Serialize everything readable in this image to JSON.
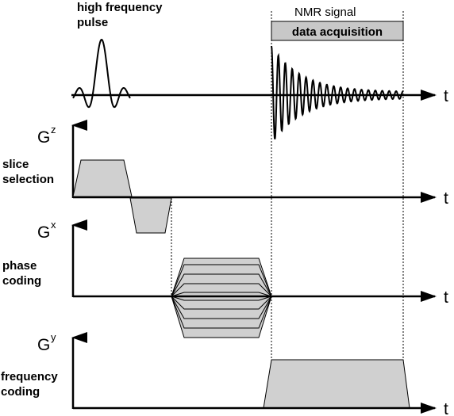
{
  "labels": {
    "rf_title_line1": "high frequency",
    "rf_title_line2": "pulse",
    "nmr_signal": "NMR signal",
    "data_acquisition": "data acquisition",
    "slice_line1": "slice",
    "slice_line2": "selection",
    "phase_line1": "phase",
    "phase_line2": "coding",
    "freq_line1": "frequency",
    "freq_line2": "coding",
    "gz_main": "G",
    "gz_sup": "z",
    "gx_main": "G",
    "gx_sup": "x",
    "gy_main": "G",
    "gy_sup": "y",
    "time_axis": "t"
  },
  "colors": {
    "pulse_fill": "#d0d0d0",
    "banner_fill": "#c8c8c8",
    "line": "#000000"
  }
}
